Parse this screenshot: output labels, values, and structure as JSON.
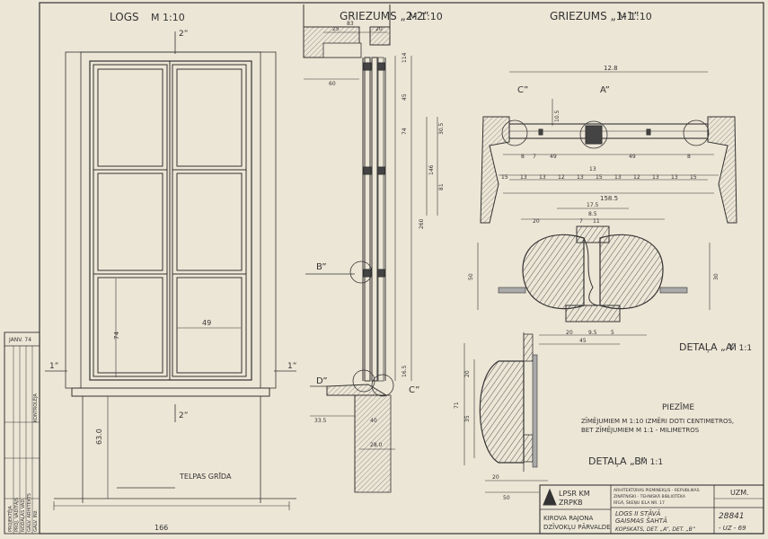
{
  "views": {
    "window_title": "LOGS",
    "window_scale": "M 1:10",
    "section22_title": "GRIEZUMS „2-2”",
    "section22_scale": "M 1:10",
    "section11_title": "GRIEZUMS „1-1”",
    "section11_scale": "M 1:10"
  },
  "callouts": {
    "two_top": "2”",
    "two_bottom": "2”",
    "one_left": "1”",
    "one_right": "1”",
    "b": "B”",
    "c": "C”",
    "d": "D”",
    "a": "A”",
    "c_bottom": "C”"
  },
  "window_dims": {
    "width": "166",
    "height": "63.0",
    "pane": "49",
    "mid": "74",
    "floor_label": "TELPAS GRĪDA"
  },
  "section22_dims": {
    "top_a": "83",
    "top_b": "25",
    "top_c": "20",
    "left_60": "60",
    "sill_a": "33.5",
    "sill_b": "40",
    "bottom": "28.0",
    "v1": "114",
    "v2": "16.5",
    "v3": "45",
    "v4": "74",
    "v5": "260",
    "v6": "146",
    "v7": "81",
    "v8": "30.5"
  },
  "section11_dims": {
    "total_top": "12.8",
    "inner": "49",
    "seg1": "8",
    "seg2": "7",
    "seg3": "49",
    "seg4": "13",
    "seg5": "8",
    "row": [
      "15",
      "13",
      "13",
      "12",
      "13",
      "15",
      "13",
      "12",
      "13",
      "13",
      "15"
    ],
    "bottom_total": "158.5",
    "depth": "10.5"
  },
  "detail_a": {
    "title": "DETAĻA „A”",
    "scale": "M 1:1",
    "d1": "17.5",
    "d2": "8.5",
    "d3": "20",
    "d4": "7",
    "d5": "11",
    "h1": "50",
    "h2": "30",
    "b1": "20",
    "b2": "9.5",
    "b3": "5",
    "b4": "45"
  },
  "detail_b": {
    "title": "DETAĻA „B”",
    "scale": "M 1:1",
    "h1": "71",
    "h2": "20",
    "h3": "35",
    "w1": "20",
    "w2": "50"
  },
  "note": {
    "heading": "PIEZĪME",
    "line1": "ZĪMĒJUMIEM M 1:10 IZMĒRI DOTI CENTIMETROS,",
    "line2": "BET ZĪMĒJUMIEM M 1:1 - MILIMETROS"
  },
  "side_stamp": {
    "jan": "JANV. 74",
    "rows": [
      "PROJEKTĒJA",
      "PROJ. VADĪTĀJS",
      "NODAĻAS VAD.",
      "GALV. ARHITEKTS",
      "GALV. INž.",
      "KONTROLĒJA"
    ]
  },
  "title_block": {
    "logo_line1": "LPSR KM",
    "logo_line2": "ZRPKB",
    "office1": "ARHITEKTŪRAS PIEMINEKĻIS - REPUBLIKAS",
    "office2": "ZINĀTNISKI - TEHNISKĀ BIBLIOTĒKA",
    "office3": "RĪGĀ, ŠKEŅU IELA NR. 17",
    "org1": "KIROVA RAJONA",
    "org2": "DZĪVOKĻU PĀRVALDE",
    "desc1": "LOGS II STĀVĀ",
    "desc2": "GAISMAS ŠAHTĀ",
    "desc3": "KOPSKATS, DET. „A”, DET. „B”",
    "uzm": "UZM.",
    "num1": "28841",
    "num2": "- UZ - 69"
  }
}
